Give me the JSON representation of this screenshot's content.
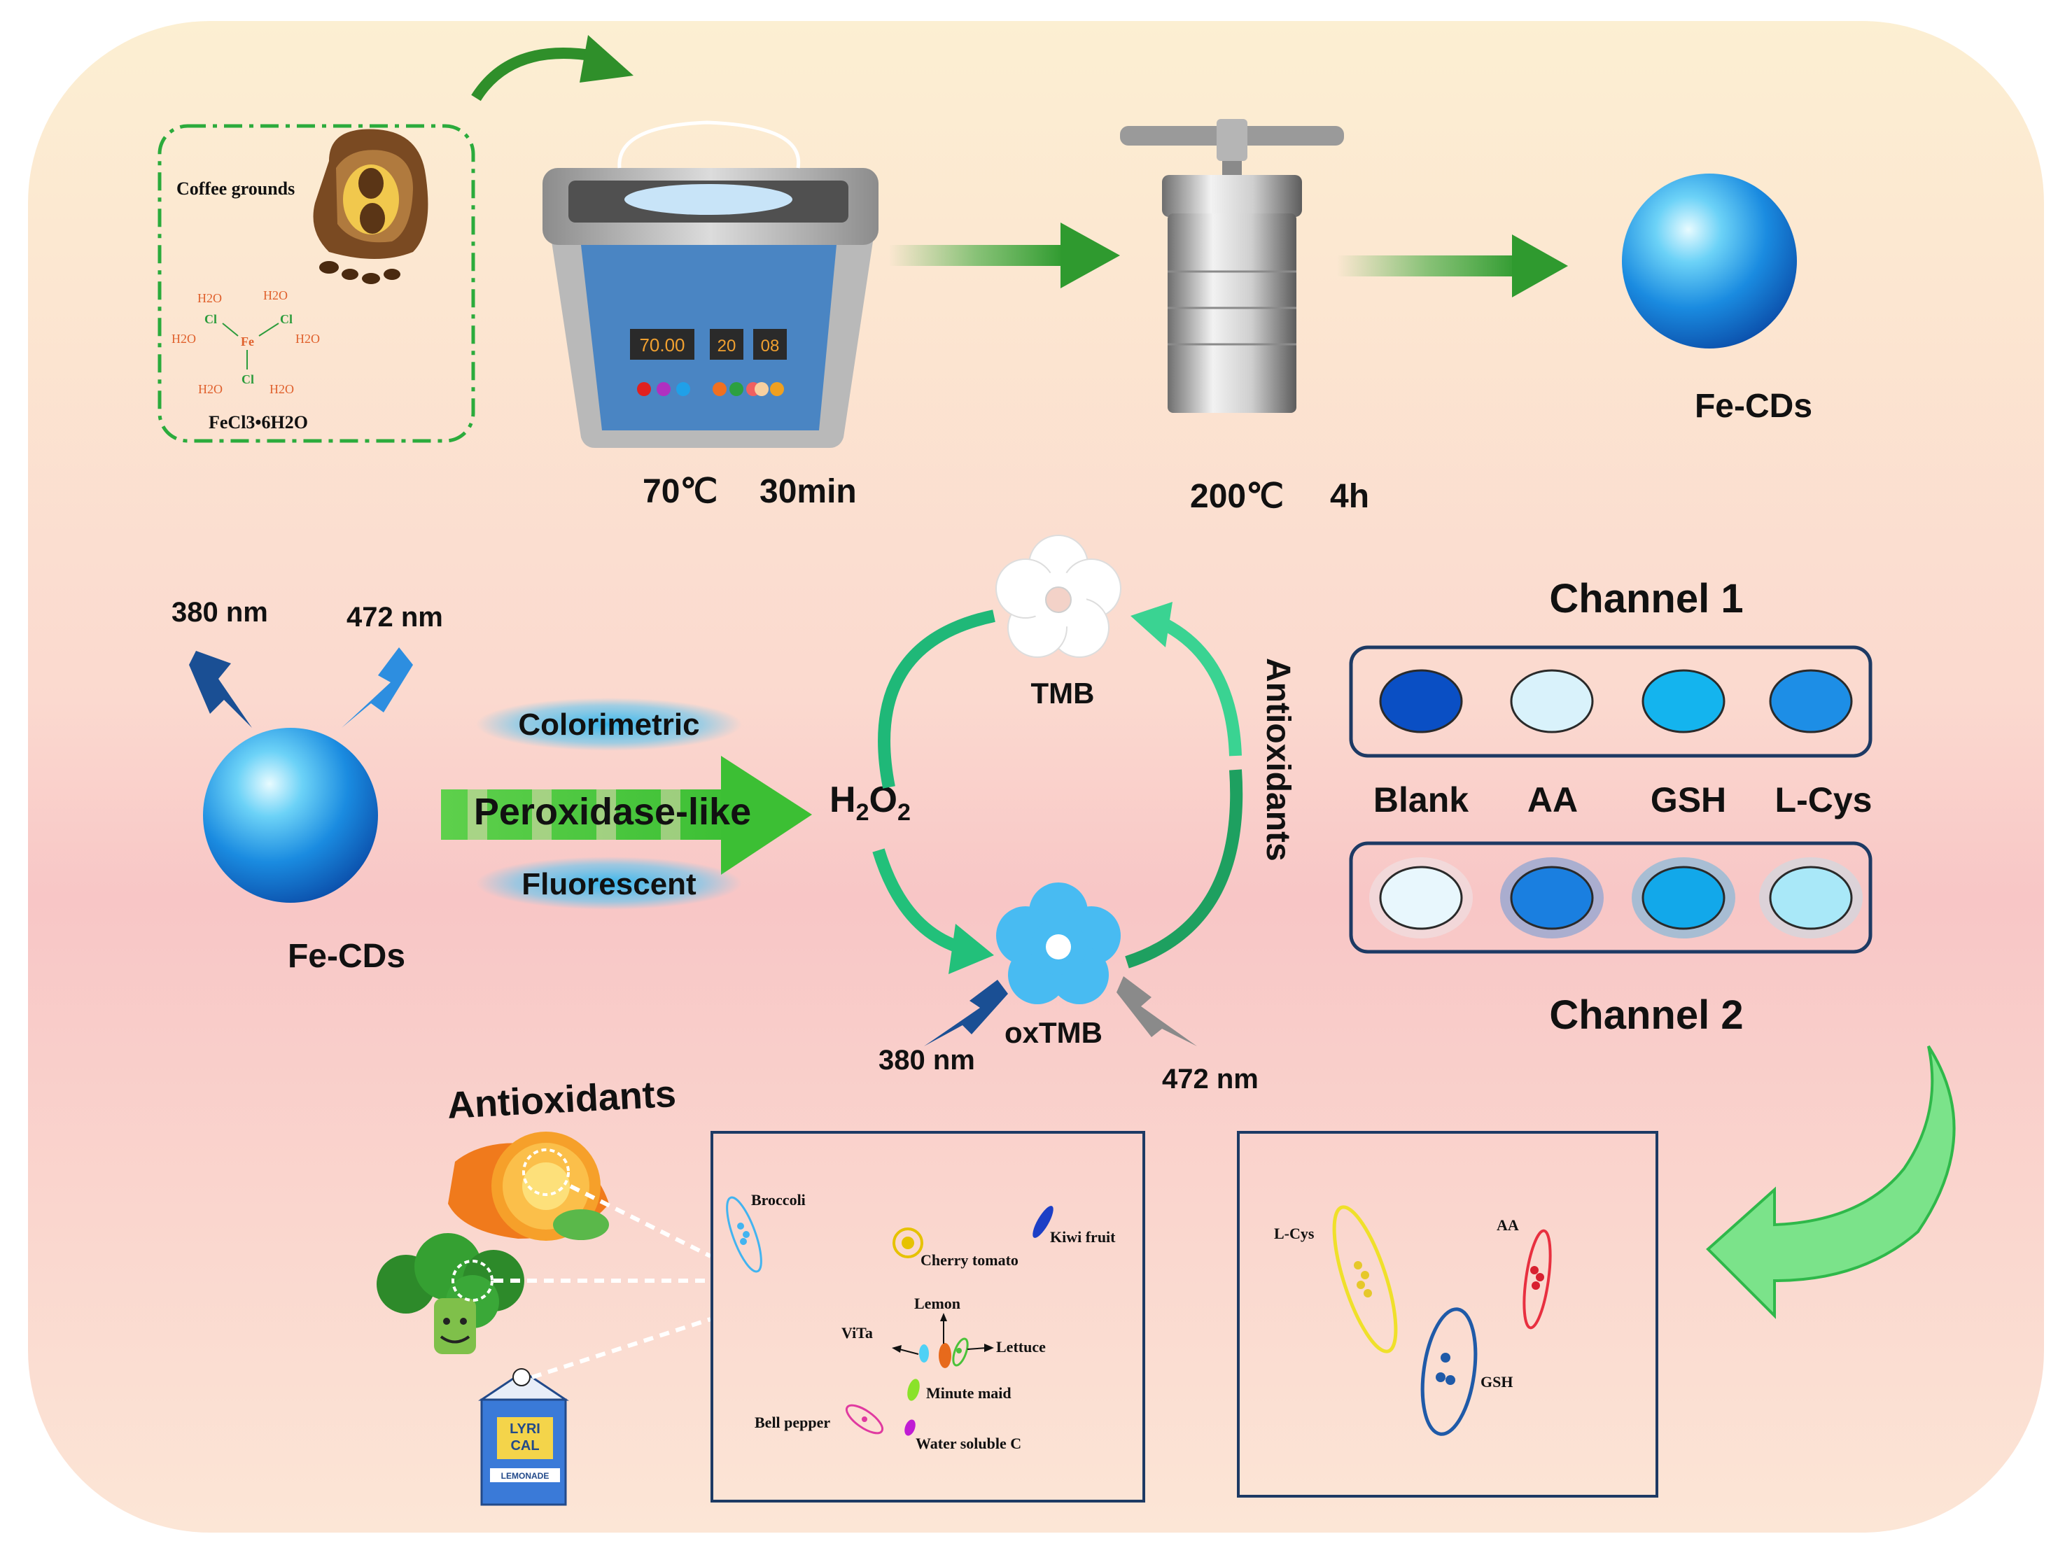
{
  "synthesis": {
    "coffee_label": "Coffee grounds",
    "fecl3_label": "FeCl3•6H2O",
    "h2o": "H2O",
    "cl": "Cl",
    "fe": "Fe",
    "display_temp": "70.00",
    "display_a": "20",
    "display_b": "08",
    "step1_temp": "70℃",
    "step1_time": "30min",
    "step2_temp": "200℃",
    "step2_time": "4h",
    "product_label": "Fe-CDs"
  },
  "mechanism": {
    "ex1": "380 nm",
    "ex2": "472 nm",
    "fecds_label": "Fe-CDs",
    "colorimetric": "Colorimetric",
    "peroxidase": "Peroxidase-like",
    "fluorescent": "Fluorescent",
    "h2o2": "H2O2",
    "tmb": "TMB",
    "oxtmb": "oxTMB",
    "em1": "380 nm",
    "em2": "472 nm",
    "antioxidants_vertical": "Antioxidants"
  },
  "channels": {
    "channel1": "Channel 1",
    "channel2": "Channel 2",
    "labels": [
      "Blank",
      "AA",
      "GSH",
      "L-Cys"
    ],
    "channel1_colors": [
      "#0a4fc4",
      "#d9f2fb",
      "#14b4ee",
      "#1d8ee6"
    ],
    "channel2_colors": [
      "#e8f7fd",
      "#1a7fe0",
      "#12a8ea",
      "#a9e8f8"
    ]
  },
  "samples": {
    "title": "Antioxidants",
    "pack_text_1": "LYRI",
    "pack_text_2": "CAL",
    "pack_text_3": "LEMONADE"
  },
  "plot_left": {
    "labels": [
      "Broccoli",
      "Cherry tomato",
      "Kiwi fruit",
      "Lemon",
      "ViTa",
      "Lettuce",
      "Minute maid",
      "Bell pepper",
      "Water soluble C"
    ]
  },
  "plot_right": {
    "labels": [
      "L-Cys",
      "AA",
      "GSH"
    ]
  },
  "colors": {
    "arrow_green": "#3aa83a",
    "cycle_green": "#22c07a",
    "sphere_blue": "#1a7ad8",
    "bg_top": "#fcefd2",
    "bg_bottom": "#f9c8c6"
  }
}
